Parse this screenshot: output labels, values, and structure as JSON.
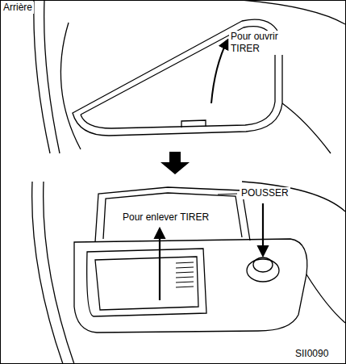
{
  "diagram": {
    "labels": [
      "Arrière",
      "Pour ouvrir TIRER",
      "POUSSER",
      "Pour enlever TIRER",
      "SII0090"
    ]
  }
}
